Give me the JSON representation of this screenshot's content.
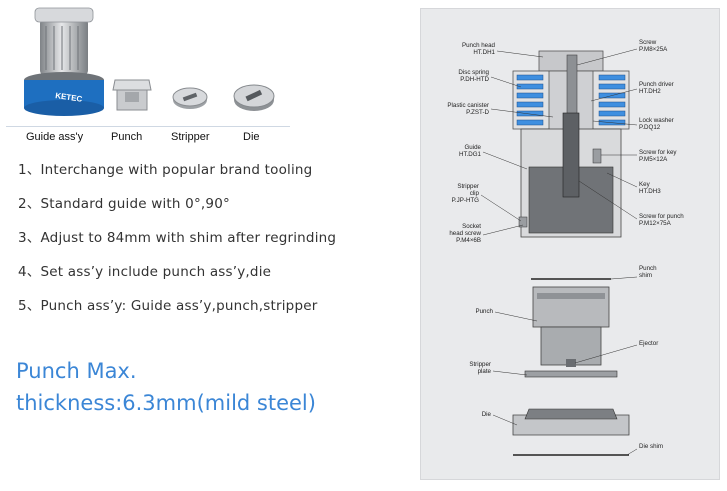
{
  "products": {
    "guide": {
      "caption": "Guide ass'y",
      "brand": "KETEC"
    },
    "punch": {
      "caption": "Punch"
    },
    "stripper": {
      "caption": "Stripper"
    },
    "die": {
      "caption": "Die"
    }
  },
  "features": [
    "1、Interchange with popular brand tooling",
    "2、Standard guide with 0°,90°",
    "3、Adjust to 84mm with shim after regrinding",
    "4、Set ass’y include punch ass’y,die",
    "5、Punch ass’y: Guide ass’y,punch,stripper"
  ],
  "thickness": {
    "line1": "Punch Max.",
    "line2": "thickness:6.3mm(mild steel)"
  },
  "colors": {
    "accent_text": "#3b86d6",
    "guide_blue": "#1e6fc0",
    "spring_blue": "#3f8fe0"
  },
  "diagram": {
    "punch_head": [
      "Punch head",
      "HT.DH1"
    ],
    "disc_spring": [
      "Disc spring",
      "P.DH-HTD"
    ],
    "plastic_canister": [
      "Plastic canister",
      "P.ZST-D"
    ],
    "guide": [
      "Guide",
      "HT.DG1"
    ],
    "stripper_clip": [
      "Stripper",
      "clip",
      "P.JP-HTG"
    ],
    "socket_screw": [
      "Socket",
      "head screw",
      "P.M4×6B"
    ],
    "screw": [
      "Screw",
      "P.M8×25A"
    ],
    "punch_driver": [
      "Punch driver",
      "HT.DH2"
    ],
    "lock_washer": [
      "Lock washer",
      "P.DQ12"
    ],
    "screw_key": [
      "Screw for key",
      "P.M5×12A"
    ],
    "key": [
      "Key",
      "HT.DH3"
    ],
    "screw_punch": [
      "Screw for punch",
      "P.M12×75A"
    ],
    "punch_shim": [
      "Punch",
      "shim"
    ],
    "punch": [
      "Punch"
    ],
    "ejector": [
      "Ejector"
    ],
    "stripper_plate": [
      "Stripper",
      "plate"
    ],
    "die": [
      "Die"
    ],
    "die_shim": [
      "Die shim"
    ]
  }
}
